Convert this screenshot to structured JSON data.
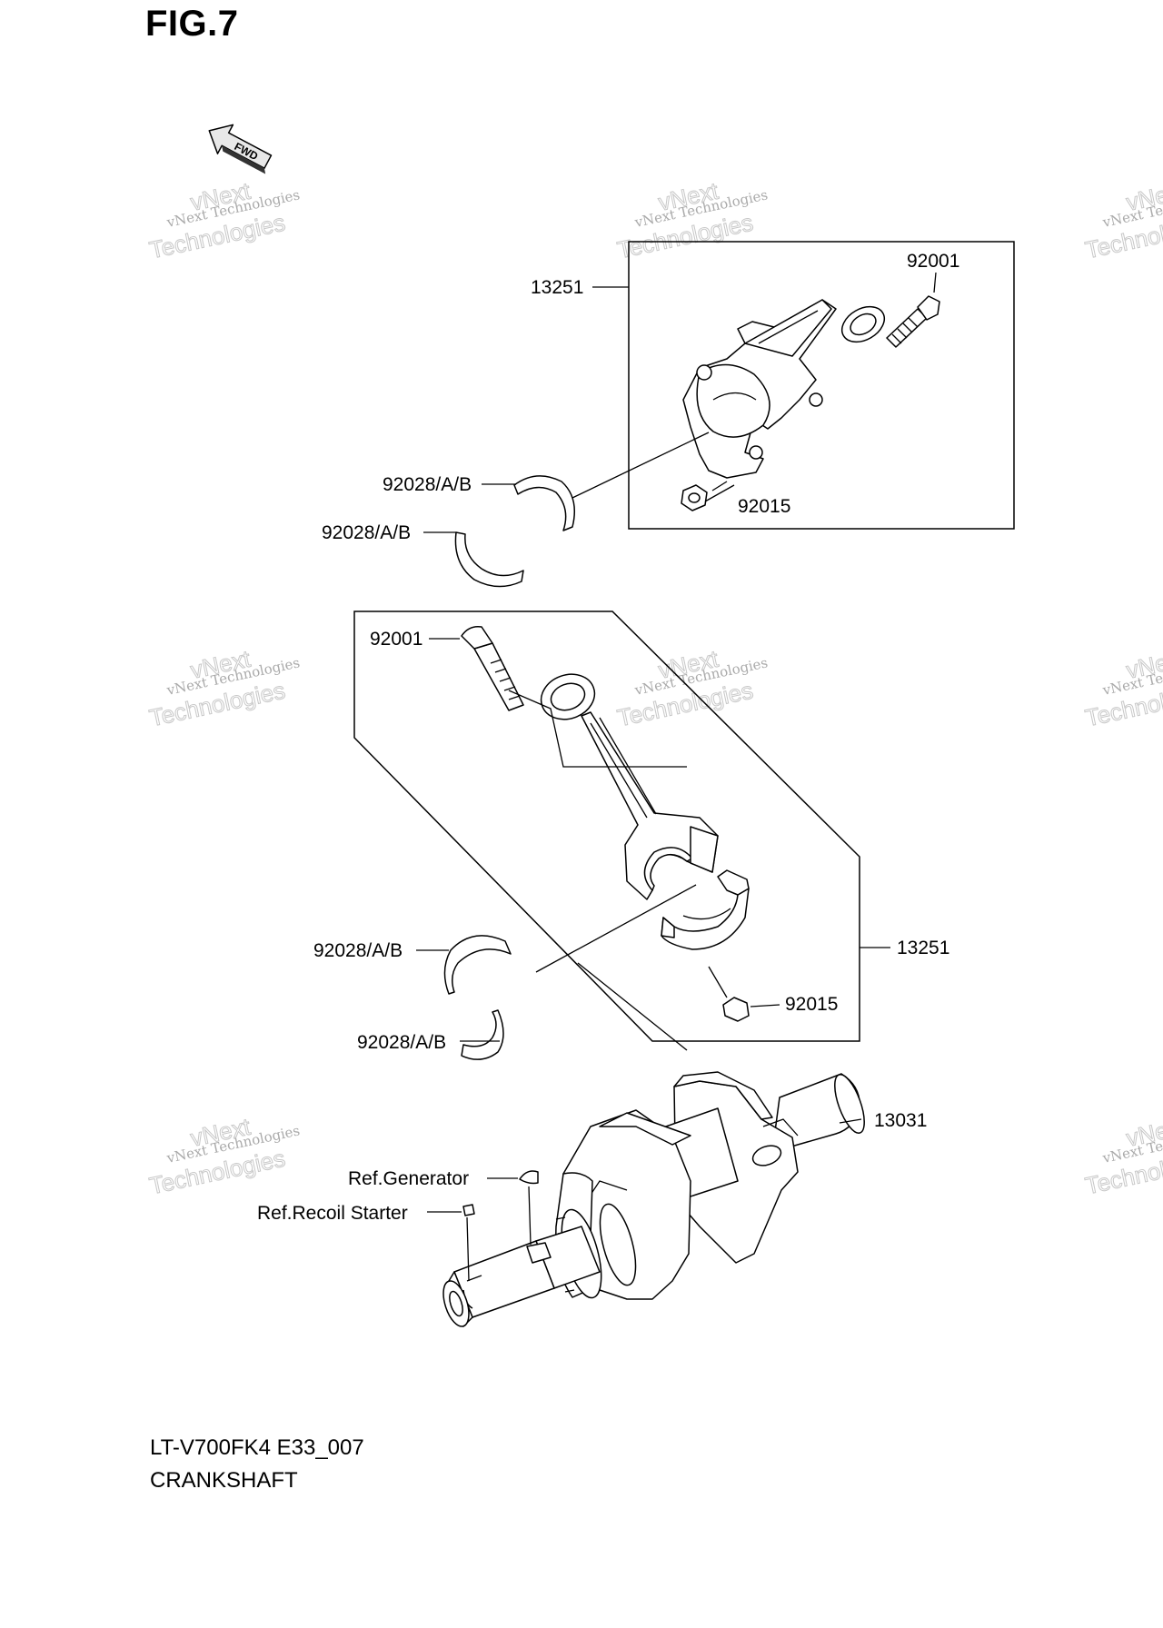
{
  "figure": {
    "title": "FIG.7",
    "model_code": "LT-V700FK4 E33_007",
    "section": "CRANKSHAFT"
  },
  "fwd_arrow": {
    "label": "FWD"
  },
  "watermark": {
    "line1": "vNext Technologies",
    "line2": "vNext",
    "line3": "Technologies"
  },
  "callouts": {
    "upper_assembly": "13251",
    "upper_bolt": "92001",
    "upper_nut": "92015",
    "upper_bearing_1": "92028/A/B",
    "upper_bearing_2": "92028/A/B",
    "lower_bolt": "92001",
    "lower_assembly": "13251",
    "lower_bearing_1": "92028/A/B",
    "lower_nut": "92015",
    "lower_bearing_2": "92028/A/B",
    "crankshaft": "13031",
    "ref_generator": "Ref.Generator",
    "ref_recoil": "Ref.Recoil Starter"
  }
}
